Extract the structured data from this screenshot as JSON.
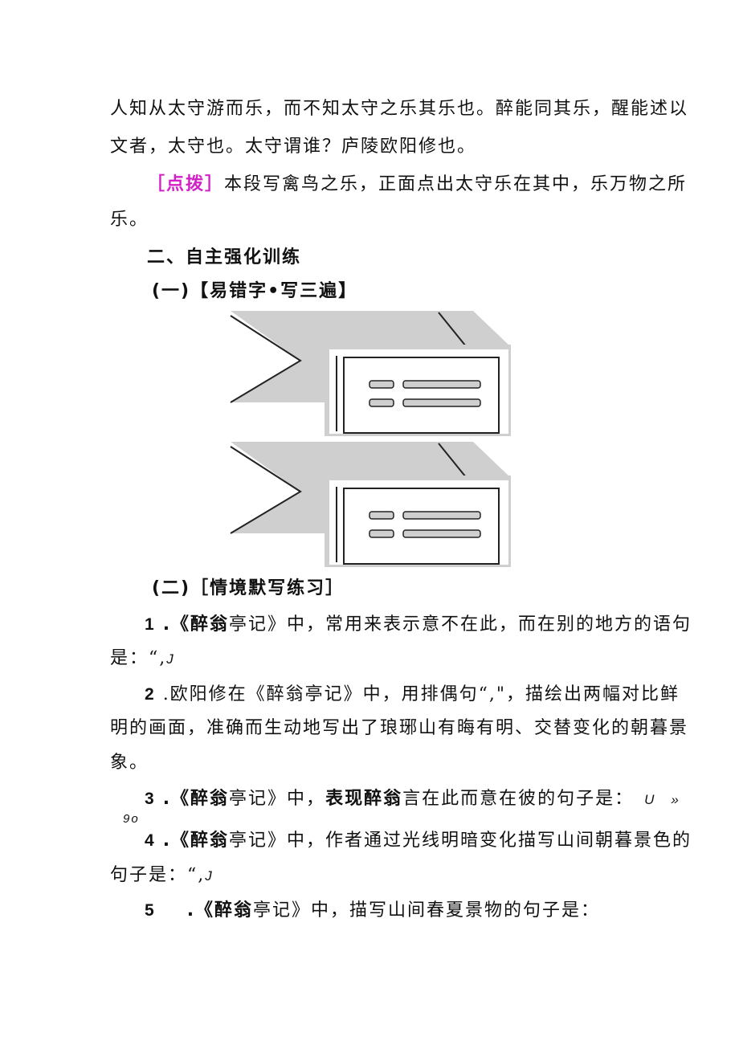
{
  "paragraph1": {
    "line1": "人知从太守游而乐，而不知太守之乐其乐也。醉能同其乐，醒能述以",
    "line2": "文者，太守也。太守谓谁？庐陵欧阳修也。"
  },
  "note": {
    "tag": "［点拨］",
    "line1": "本段写禽鸟之乐，正面点出太守乐在其中，乐万物之所",
    "line2": "乐。"
  },
  "section2": {
    "heading": "二、自主强化训练"
  },
  "sub1": {
    "heading": "(一)【易错字•写三遍】"
  },
  "sub2": {
    "heading": "(二)［情境默写练习］"
  },
  "questions": [
    {
      "num": "1",
      "text_bold": ".《醉翁",
      "text": "亭记》中，常用来表示意不在此，而在别的地方的语句",
      "cont": "是：“,",
      "mark": "J"
    },
    {
      "num": "2",
      "text": ".欧阳修在《醉翁亭记》中，用排偶句“,\"，描绘出两幅对比鲜",
      "cont1": "明的画面，准确而生动地写出了琅琊山有晦有明、交替变化的朝暮景",
      "cont2": "象。"
    },
    {
      "num": "3",
      "text_bold": ".《醉翁",
      "text": "亭记》中，",
      "text_bold2": "表现醉翁",
      "text2": "言在此而意在彼的句子是：",
      "mark1": "U",
      "mark2": "»",
      "cont_mark": "9o"
    },
    {
      "num": "4",
      "text_bold": ".《醉翁",
      "text": "亭记》中，作者通过光线明暗变化描写山间朝暮景色的",
      "cont": "句子是：“,",
      "mark": "J"
    },
    {
      "num": "5",
      "text_bold": ".《醉翁",
      "text": "亭记》中，描写山间春夏景物的句子是："
    }
  ],
  "colors": {
    "text": "#111111",
    "tag": "#d21fc6",
    "figure_fill": "#cfcfcf",
    "figure_line": "#222222"
  }
}
